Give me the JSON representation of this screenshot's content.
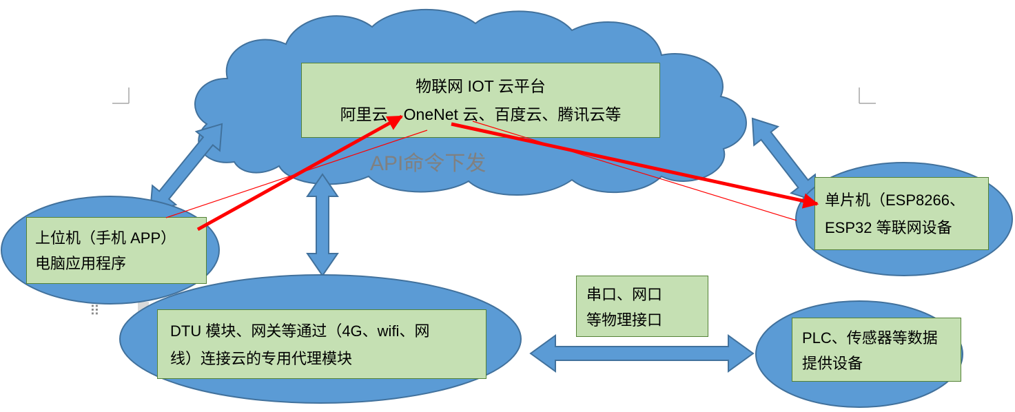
{
  "nodes": {
    "cloud_box": {
      "line1": "物联网 IOT 云平台",
      "line2": "阿里云、OneNet 云、百度云、腾讯云等"
    },
    "api_label": "API命令下发",
    "host_box": {
      "line1": "上位机（手机 APP）",
      "line2": "电脑应用程序"
    },
    "mcu_box": {
      "line1": "单片机（ESP8266、",
      "line2": "ESP32 等联网设备"
    },
    "dtu_box": {
      "line1": "DTU 模块、网关等通过（4G、wifi、网",
      "line2": "线）连接云的专用代理模块"
    },
    "interface_box": {
      "line1": "串口、网口",
      "line2": "等物理接口"
    },
    "plc_box": {
      "line1": "PLC、传感器等数据",
      "line2": "提供设备"
    }
  },
  "icons": {
    "drag_handle": "⠿"
  },
  "colors": {
    "shape_fill": "#5b9bd5",
    "shape_stroke": "#41719c",
    "box_fill": "#c5e0b3",
    "box_border": "#538135",
    "red_arrow": "#ff0000",
    "api_text": "#808080"
  }
}
